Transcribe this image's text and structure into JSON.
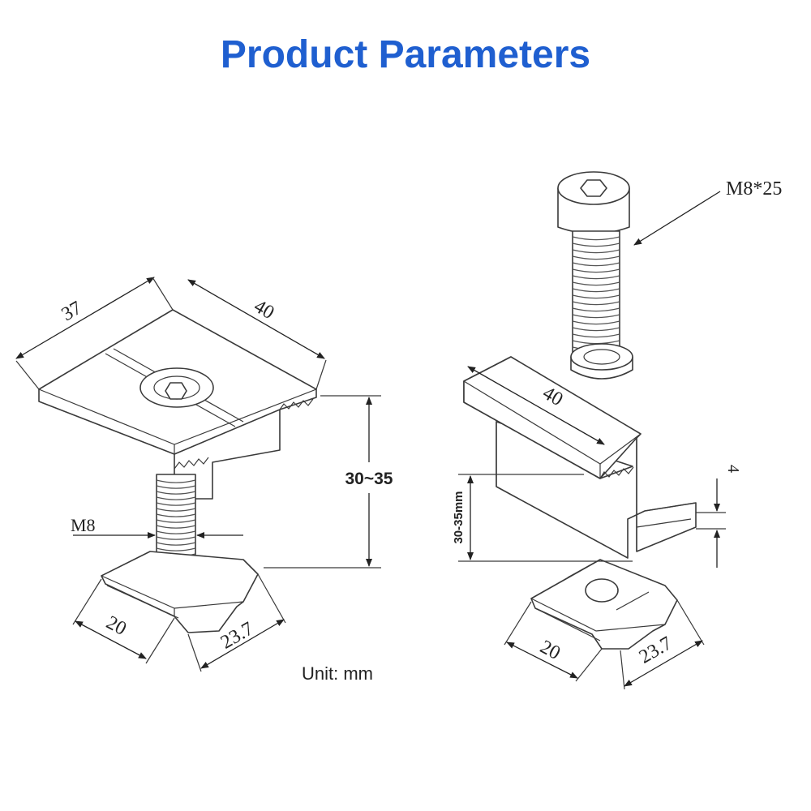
{
  "title": "Product Parameters",
  "colors": {
    "title": "#1f5fd0",
    "line": "#3a3a3a",
    "text": "#222222"
  },
  "left_part": {
    "dim_length": "37",
    "dim_width": "40",
    "dim_height": "30~35",
    "dim_bolt": "M8",
    "dim_nut_width": "20",
    "dim_nut_length": "23.7"
  },
  "right_part": {
    "dim_bolt": "M8*25",
    "dim_width": "40",
    "dim_thickness": "4",
    "dim_height": "30-35mm",
    "dim_nut_width": "20",
    "dim_nut_length": "23.7"
  },
  "unit_label": "Unit: mm"
}
